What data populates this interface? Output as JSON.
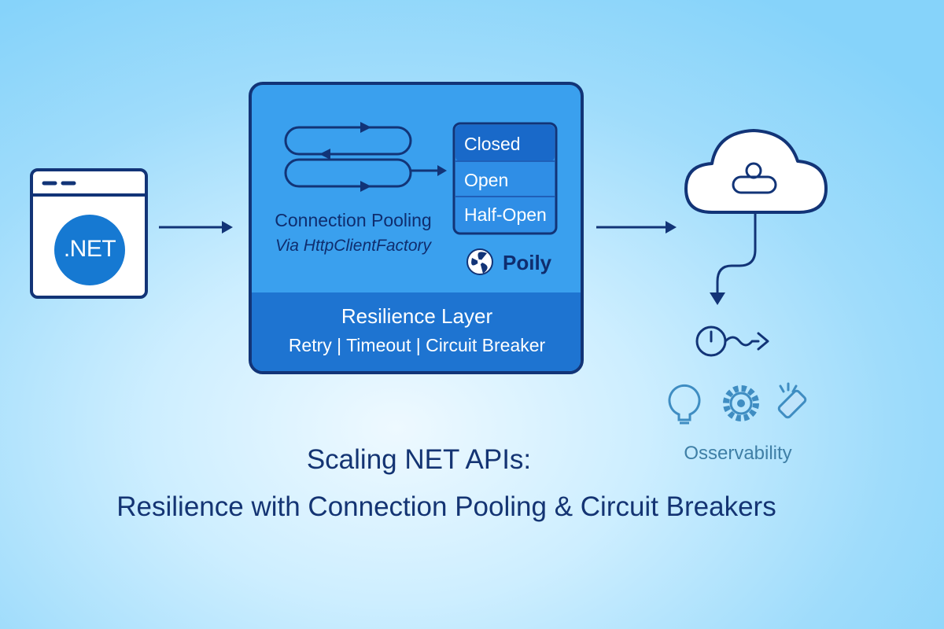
{
  "client": {
    "badge_text": ".NET"
  },
  "pooling": {
    "title": "Connection Pooling",
    "subtitle": "Via HttpClientFactory"
  },
  "circuit_states": [
    "Closed",
    "Open",
    "Half-Open"
  ],
  "library": {
    "name": "Poily"
  },
  "resilience": {
    "title": "Resilience Layer",
    "items": "Retry | Timeout | Circuit Breaker"
  },
  "observability": {
    "label": "Osservability",
    "icons": [
      "lightbulb-icon",
      "gear-icon",
      "tag-icon"
    ]
  },
  "headline": {
    "title": "Scaling NET APIs:",
    "subtitle": "Resilience with Connection Pooling & Circuit Breakers"
  },
  "colors": {
    "navy": "#123477",
    "panel_blue": "#3aa0ee",
    "band_blue": "#1e74d1",
    "net_circle": "#1679d2",
    "state_closed": "#1969c9",
    "state_other": "#2f8ee6"
  }
}
